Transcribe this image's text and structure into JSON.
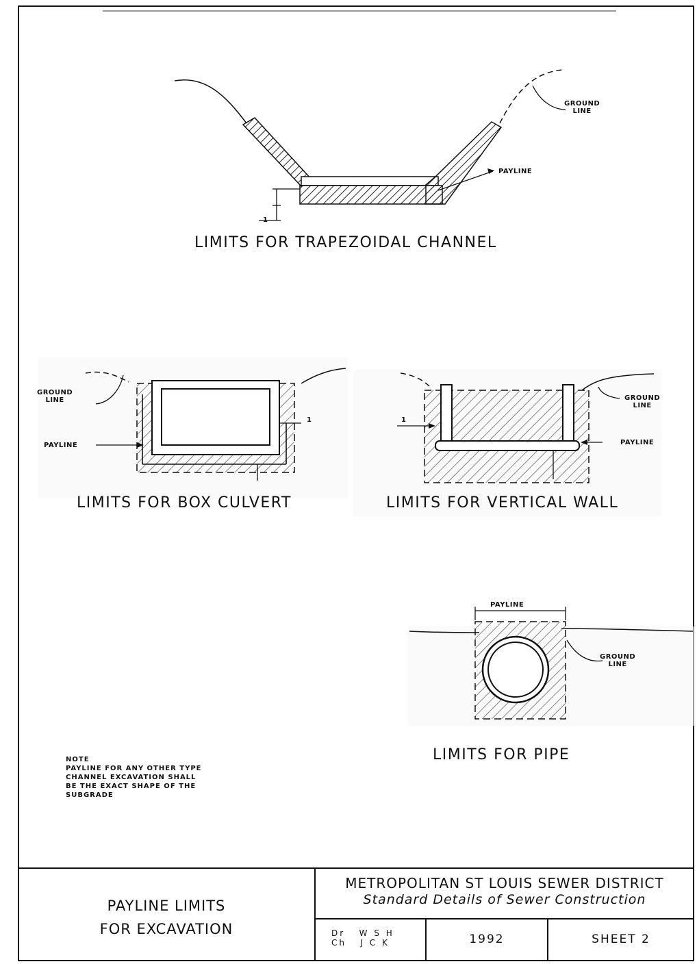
{
  "figures": {
    "trapezoidal": {
      "caption": "LIMITS FOR TRAPEZOIDAL CHANNEL",
      "ground_line_label": [
        "GROUND",
        "LINE"
      ],
      "payline_label": "PAYLINE",
      "dimension_mark": "1"
    },
    "box_culvert": {
      "caption": "LIMITS FOR BOX CULVERT",
      "ground_line_label": [
        "GROUND",
        "LINE"
      ],
      "payline_label": "PAYLINE",
      "dimension_mark": "1"
    },
    "vertical_wall": {
      "caption": "LIMITS FOR VERTICAL WALL",
      "ground_line_label": [
        "GROUND",
        "LINE"
      ],
      "payline_label": "PAYLINE",
      "dimension_mark": "1"
    },
    "pipe": {
      "caption": "LIMITS FOR PIPE",
      "ground_line_label": [
        "GROUND",
        "LINE"
      ],
      "payline_label": "PAYLINE"
    }
  },
  "note": {
    "heading": "NOTE",
    "lines": [
      "PAYLINE FOR ANY OTHER TYPE",
      "CHANNEL EXCAVATION SHALL",
      "BE THE EXACT SHAPE OF THE",
      "SUBGRADE"
    ]
  },
  "title_block": {
    "title_line1": "PAYLINE LIMITS",
    "title_line2": "FOR EXCAVATION",
    "agency": "METROPOLITAN ST LOUIS SEWER DISTRICT",
    "subtitle": "Standard Details of Sewer Construction",
    "drawn_by_label": "Dr",
    "drawn_by": "W S H",
    "checked_by_label": "Ch",
    "checked_by": "J C K",
    "year": "1992",
    "sheet": "SHEET 2"
  }
}
